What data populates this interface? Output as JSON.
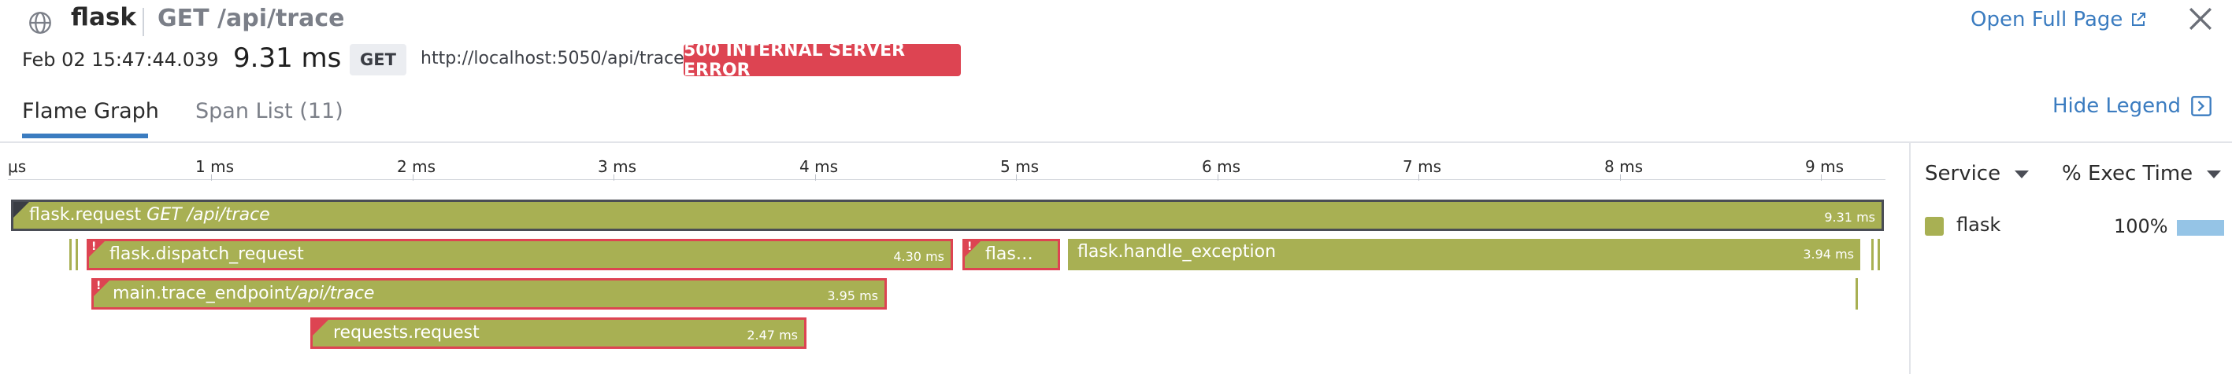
{
  "header": {
    "service": "flask",
    "resource": "GET /api/trace",
    "date": "Feb 02 15:47:44.039",
    "duration": "9.31 ms",
    "method": "GET",
    "url": "http://localhost:5050/api/trace",
    "status": "500 INTERNAL SERVER ERROR",
    "open_full_page": "Open Full Page"
  },
  "tabs": [
    {
      "label": "Flame Graph",
      "active": true
    },
    {
      "label": "Span List (11)",
      "active": false
    }
  ],
  "hide_legend": "Hide Legend",
  "axis": {
    "unit": "ms",
    "first_tick_label": "μs",
    "ticks": [
      "1 ms",
      "2 ms",
      "3 ms",
      "4 ms",
      "5 ms",
      "6 ms",
      "7 ms",
      "8 ms",
      "9 ms"
    ]
  },
  "spans": [
    {
      "name": "flask.request",
      "resource": "GET /api/trace",
      "duration": "9.31 ms"
    },
    {
      "name": "flask.dispatch_request",
      "resource": "",
      "duration": "4.30 ms"
    },
    {
      "name": "flas…",
      "resource": "",
      "duration": ""
    },
    {
      "name": "flask.handle_exception",
      "resource": "",
      "duration": "3.94 ms"
    },
    {
      "name": "main.trace_endpoint",
      "resource": "/api/trace",
      "duration": "3.95 ms"
    },
    {
      "name": "requests.request",
      "resource": "",
      "duration": "2.47 ms"
    }
  ],
  "legend": {
    "service_header": "Service",
    "exec_header": "% Exec Time",
    "items": [
      {
        "name": "flask",
        "pct": "100%",
        "color": "#a8b053"
      }
    ]
  },
  "colors": {
    "span": "#a8b053",
    "error": "#dd4452",
    "link": "#3b7cc0",
    "exec_bar": "#95c4e6"
  }
}
